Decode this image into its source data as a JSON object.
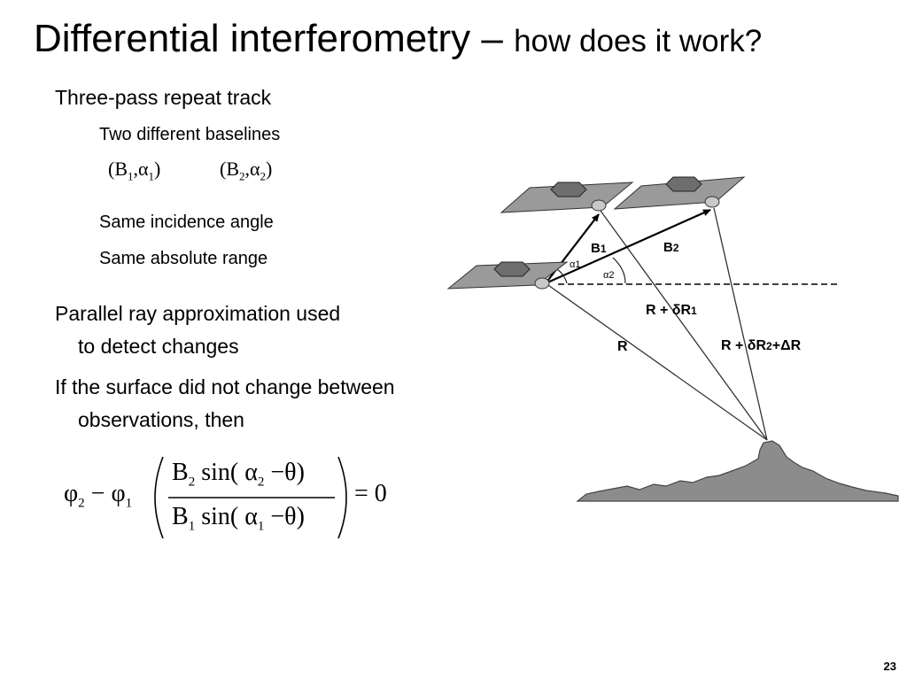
{
  "title": {
    "main": "Differential interferometry –",
    "sub": "how does it work?"
  },
  "bullets": {
    "three_pass": "Three-pass repeat track",
    "two_baselines": "Two different baselines",
    "baseline_pairs": [
      {
        "open": "(B",
        "b_sub": "1",
        "comma": ",α",
        "a_sub": "1",
        "close": ")"
      },
      {
        "open": "(B",
        "b_sub": "2",
        "comma": ",α",
        "a_sub": "2",
        "close": ")"
      }
    ],
    "same_incidence": "Same incidence angle",
    "same_range": "Same absolute range",
    "parallel_ray_1": "Parallel ray approximation used",
    "parallel_ray_2": "to detect changes",
    "surface_1": "If the surface did not change between",
    "surface_2": "observations, then"
  },
  "equation": {
    "phi": "φ",
    "phi2_sub": "2",
    "minus": "−",
    "phi1_sub": "1",
    "num_B": "B",
    "num_B_sub": "2",
    "num_sin": "sin(",
    "num_alpha": "α",
    "num_alpha_sub": "2",
    "num_tail": "−θ)",
    "den_B": "B",
    "den_B_sub": "1",
    "den_sin": "sin(",
    "den_alpha": "α",
    "den_alpha_sub": "1",
    "den_tail": "−θ)",
    "equals": "= 0"
  },
  "diagram": {
    "label_B1": "B",
    "label_B1_sub": "1",
    "label_B2": "B",
    "label_B2_sub": "2",
    "label_alpha1": "α1",
    "label_alpha2": "α2",
    "label_R": "R",
    "label_R_dR1": "R + δR",
    "label_R_dR1_sub": "1",
    "label_R_dR2": "R + δR",
    "label_R_dR2_sub": "2",
    "label_R_dR2_tail": "+ΔR"
  },
  "page_number": "23"
}
